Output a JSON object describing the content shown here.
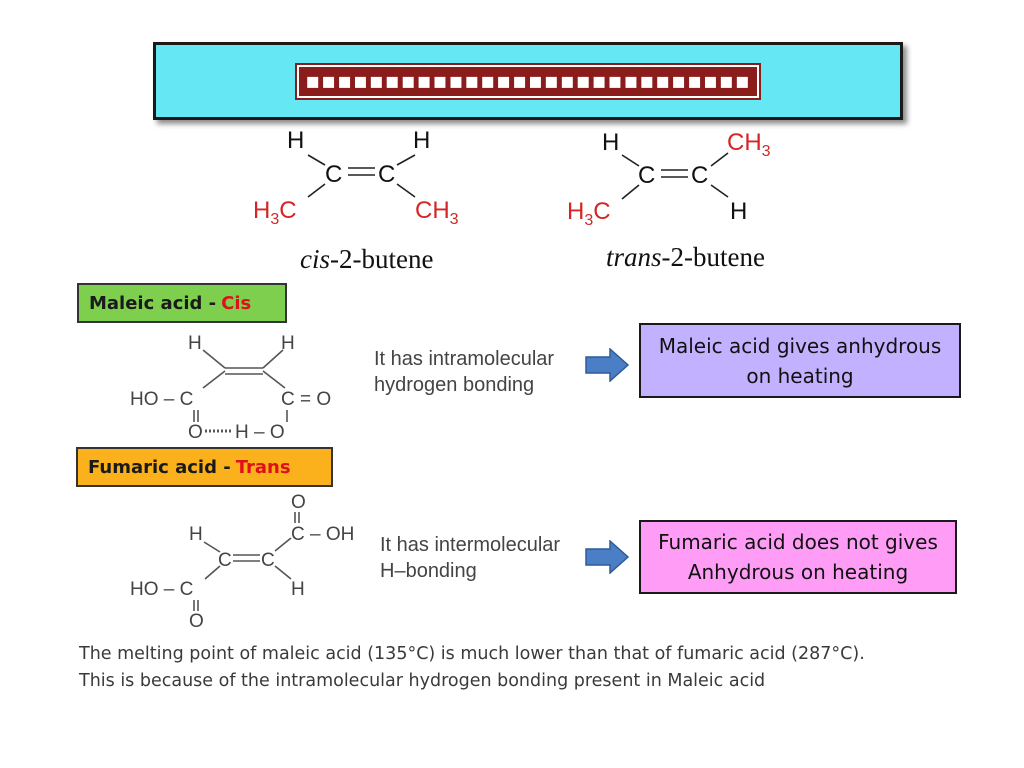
{
  "slide": {
    "title": "▪▪▪▪▪▪▪▪▪▪▪▪▪▪▪▪▪▪▪▪▪▪▪▪▪▪▪▪",
    "isomers": {
      "cis": {
        "top_left": "H",
        "top_right": "H",
        "c1": "C",
        "c2": "C",
        "bottom_left_prefix": "H",
        "bottom_left_sub": "3",
        "bottom_left_suffix": "C",
        "bottom_right_prefix": "CH",
        "bottom_right_sub": "3",
        "caption_italic": "cis",
        "caption_rest": "-2-butene"
      },
      "trans": {
        "top_left": "H",
        "top_right_prefix": "CH",
        "top_right_sub": "3",
        "c1": "C",
        "c2": "C",
        "bottom_left_prefix": "H",
        "bottom_left_sub": "3",
        "bottom_left_suffix": "C",
        "bottom_right": "H",
        "caption_italic": "trans",
        "caption_rest": "-2-butene"
      }
    },
    "maleic": {
      "label": "Maleic acid -",
      "label_accent": "Cis",
      "structure": {
        "h_left": "H",
        "h_right": "H",
        "ho_left": "HO – C",
        "c_right": "C = O",
        "o_bottom_left": "O",
        "hbond": "H – O"
      },
      "note_line1": "It has intramolecular",
      "note_line2": "hydrogen bonding",
      "result_line1": "Maleic acid gives anhydrous",
      "result_line2": "on heating"
    },
    "fumaric": {
      "label": "Fumaric acid -",
      "label_accent": "Trans",
      "structure": {
        "o_top": "O",
        "c_oh": "C – OH",
        "h_left": "H",
        "c1": "C",
        "c2": "C",
        "h_right": "H",
        "ho_c": "HO – C",
        "o_bottom": "O"
      },
      "note_line1": "It has intermolecular",
      "note_line2": "H–bonding",
      "result_line1": "Fumaric acid does not gives",
      "result_line2": "Anhydrous on heating"
    },
    "footer_line1": "The melting point of maleic acid (135°C) is much lower than that of fumaric acid (287°C).",
    "footer_line2": "This is because of the intramolecular hydrogen bonding present in Maleic acid",
    "colors": {
      "banner": "#66e8f4",
      "title_bg": "#8b1c1c",
      "maleic_label": "#7fcf4f",
      "fumaric_label": "#fbb11b",
      "accent_red": "#e0101b",
      "maleic_result": "#c1b1ff",
      "fumaric_result": "#ff9cf6",
      "arrow": "#4a7fc5",
      "methyl_red": "#d42626"
    },
    "icons": [
      "right-arrow-icon",
      "right-arrow-icon"
    ]
  }
}
